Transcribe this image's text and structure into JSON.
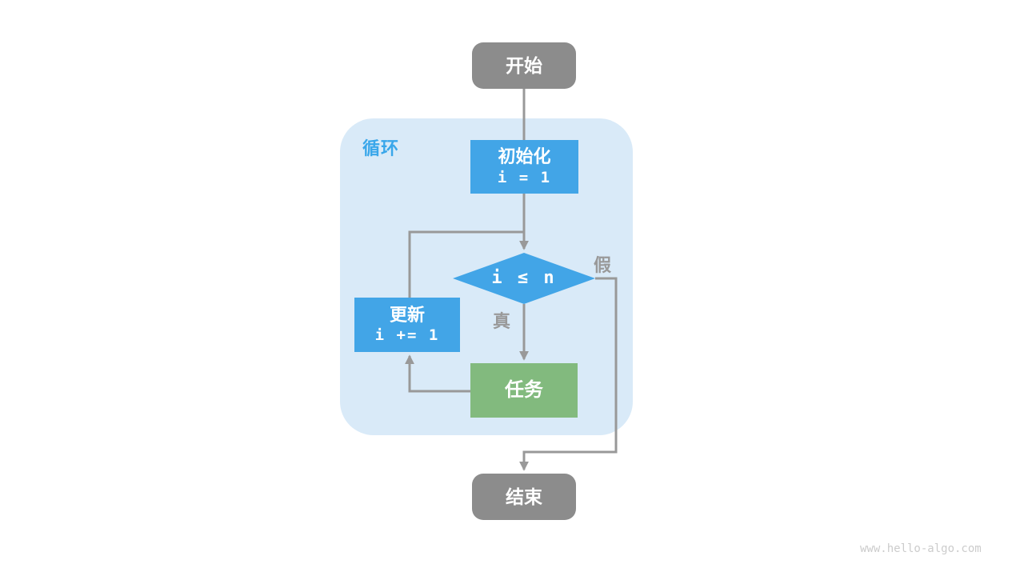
{
  "diagram": {
    "title_context": "loop flowchart",
    "nodes": {
      "start": {
        "label": "开始"
      },
      "init": {
        "title": "初始化",
        "code": "i = 1"
      },
      "condition": {
        "code": "i ≤ n"
      },
      "update": {
        "title": "更新",
        "code": "i += 1"
      },
      "task": {
        "label": "任务"
      },
      "end": {
        "label": "结束"
      }
    },
    "labels": {
      "loop": "循环",
      "true_branch": "真",
      "false_branch": "假"
    },
    "colors": {
      "node_blue": "#42a5e7",
      "node_green": "#82ba7e",
      "node_gray": "#8c8c8c",
      "container_bg": "#d9eaf8",
      "line_gray": "#999999",
      "loop_label_blue": "#3aa7ea",
      "watermark_gray": "#cccccc"
    },
    "watermark": "www.hello-algo.com"
  }
}
